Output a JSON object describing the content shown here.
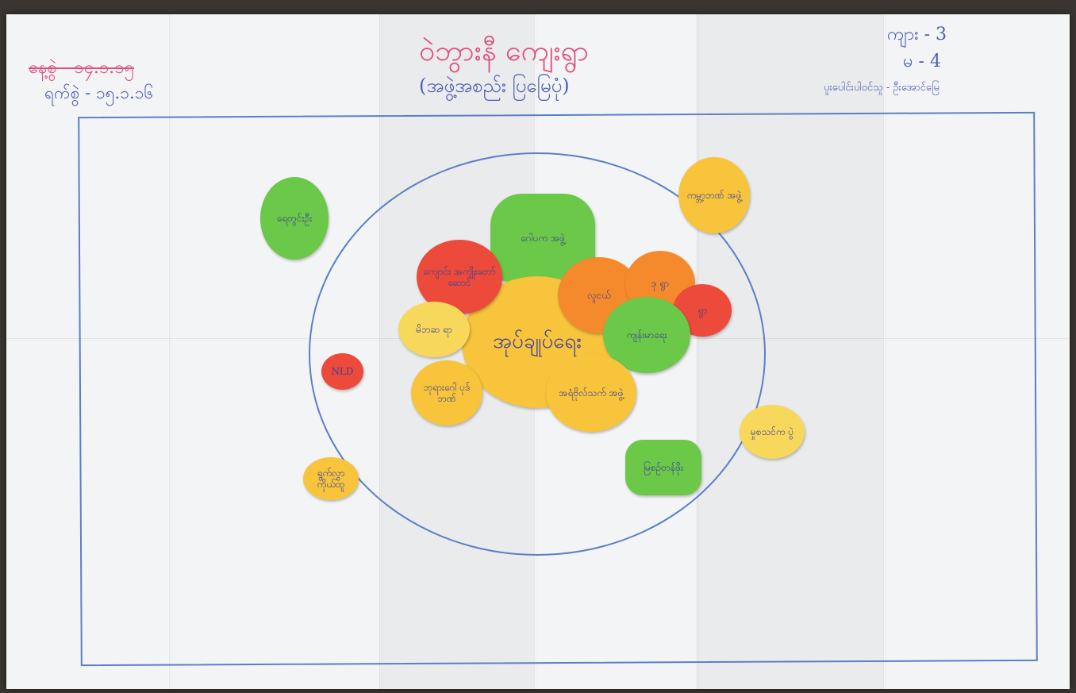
{
  "header": {
    "title": "ဝဲဘွားနီ ကျေးရွာ",
    "subtitle": "(အဖွဲ့အစည်း ပြမြေပုံ)",
    "date_crossed": "နေ့စွဲ - ၁၄.၁.၁၅",
    "date_current": "ရက်စွဲ - ၁၅.၁.၁၆",
    "count_men": "ကျား - 3",
    "count_women": "မ - 4",
    "facilitators": "ပူးပေါင်းပါဝင်သူ - ဦးအောင်မြေ"
  },
  "center": {
    "label": "အုပ်ချုပ်ရေး"
  },
  "cards": [
    {
      "id": "farmers",
      "text": "ရေတွင်းဦး",
      "color": "#6cc848"
    },
    {
      "id": "general-admin",
      "text": "ဂေါပက အဖွဲ့",
      "color": "#6cc848"
    },
    {
      "id": "school",
      "text": "ကျောင်း အကျိုးတော် ဆောင်",
      "color": "#ec4a3a"
    },
    {
      "id": "youth",
      "text": "လူငယ်",
      "color": "#f48a2c"
    },
    {
      "id": "women",
      "text": "ဒု ရွာ ",
      "color": "#f48a2c"
    },
    {
      "id": "red-small",
      "text": "ရွာ",
      "color": "#ec4a3a"
    },
    {
      "id": "health",
      "text": "ကျန်းမာရေး",
      "color": "#6cc848"
    },
    {
      "id": "ywa-elders",
      "text": "မိဘဆ ရာ",
      "color": "#f7d85a"
    },
    {
      "id": "nld",
      "text": "NLD",
      "color": "#ec4a3a"
    },
    {
      "id": "old-people",
      "text": "ဘုရားဂေါ ပုဒ်ဘဏ်",
      "color": "#f7c43c"
    },
    {
      "id": "elders-group",
      "text": "အရံဗိုလ်သက် အဖွဲ့",
      "color": "#f7c43c"
    },
    {
      "id": "kyaung",
      "text": "ကမ္ဘာ့ဘဏ် အဖွဲ့",
      "color": "#f7c43c"
    },
    {
      "id": "community",
      "text": "မြစဉ်တန်ဖိုး",
      "color": "#6cc848"
    },
    {
      "id": "market",
      "text": "မှုစသင်က ပွဲ",
      "color": "#f7d85a"
    },
    {
      "id": "funeral",
      "text": "ရွက်လွှာ ကိုယ်ထူ",
      "color": "#f7c43c"
    }
  ]
}
